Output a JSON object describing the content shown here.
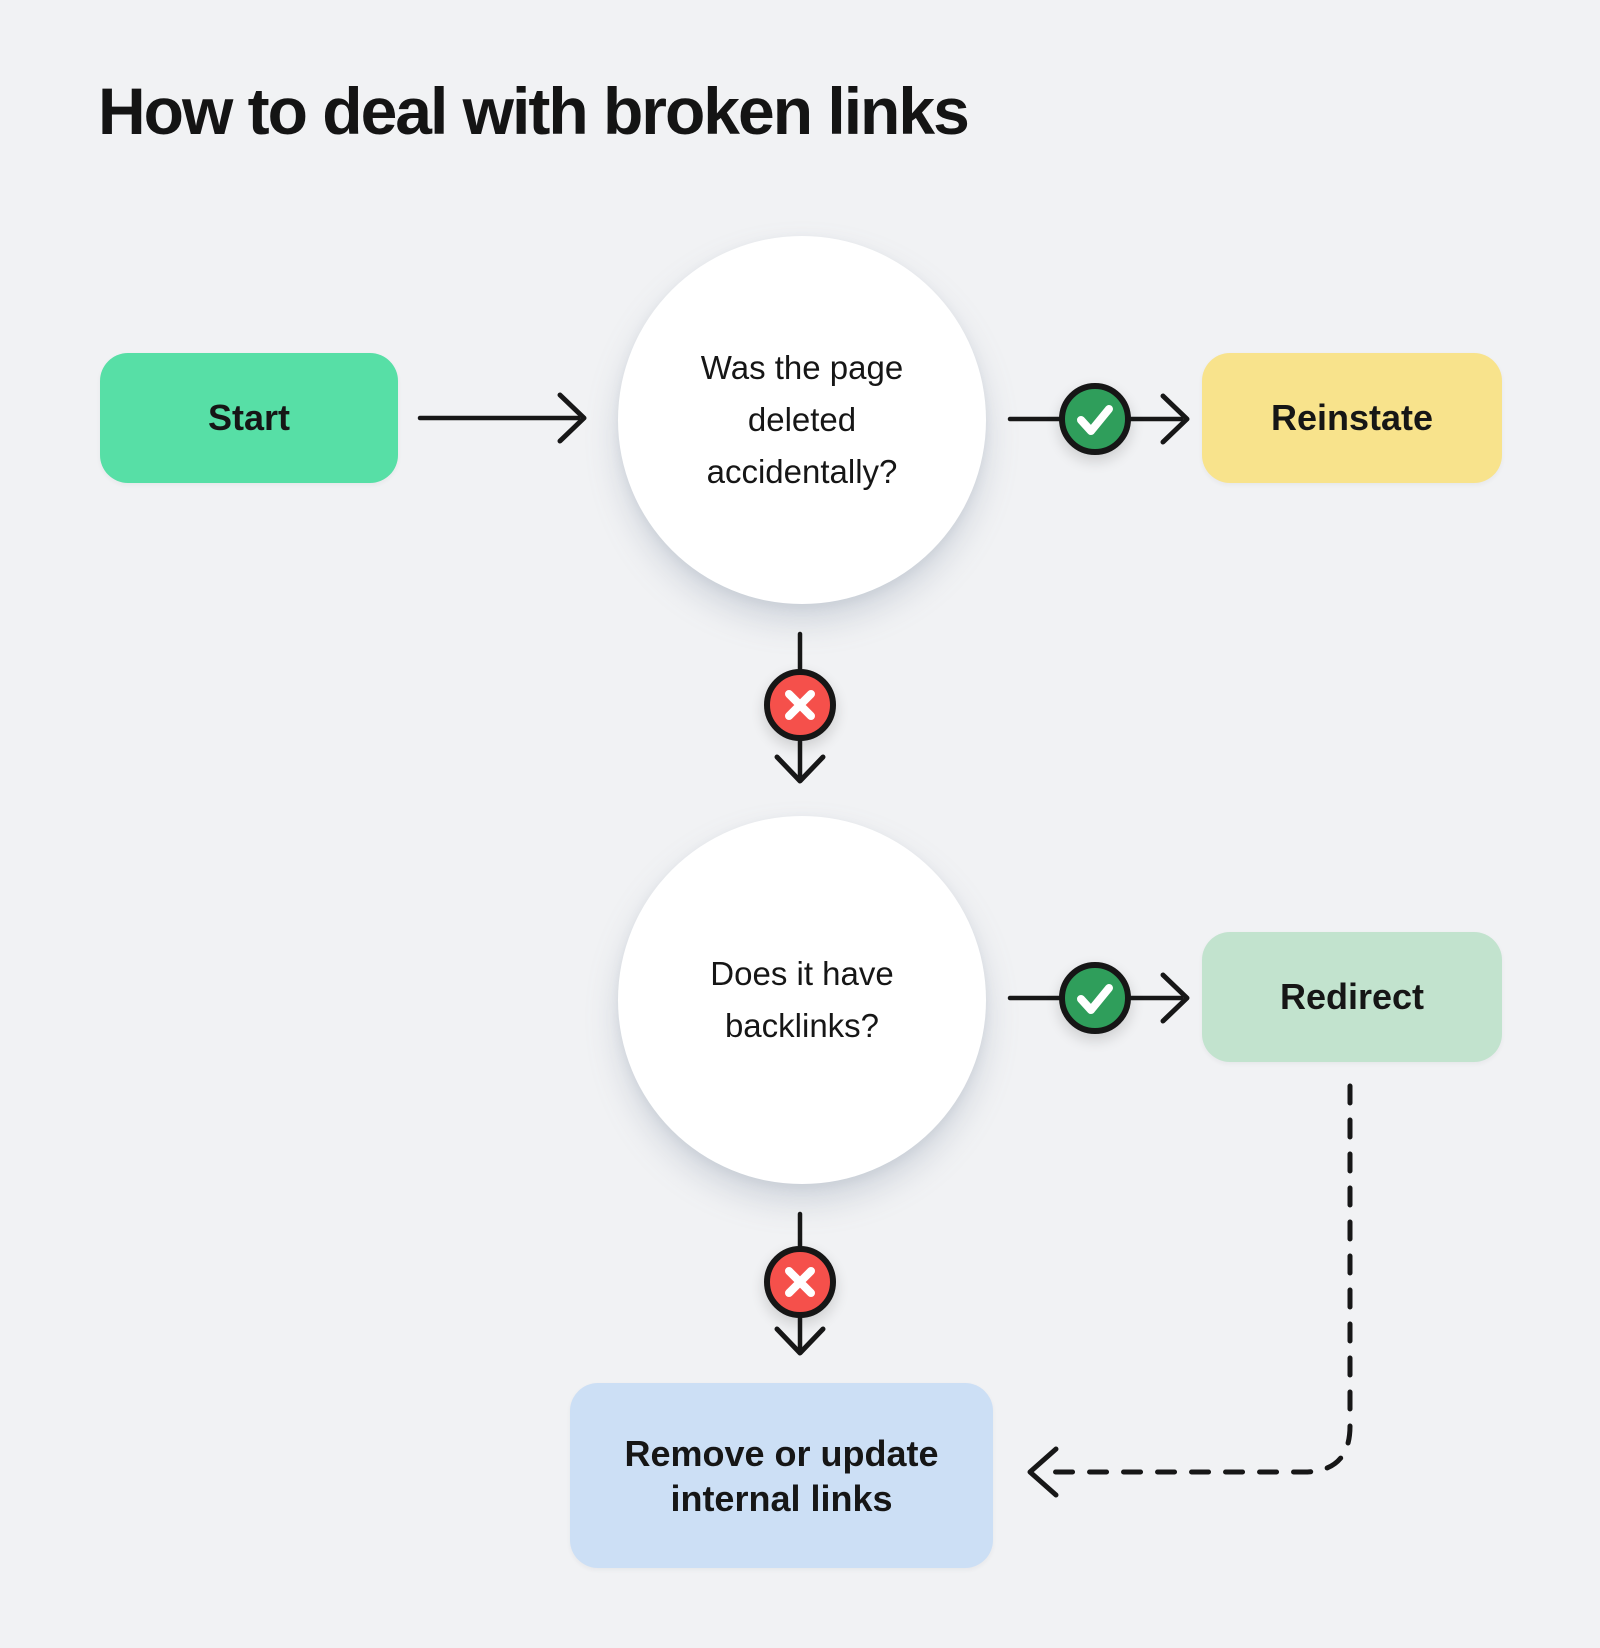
{
  "title": "How to deal with broken links",
  "palette": {
    "background": "#F1F2F4",
    "start_green": "#57DFA6",
    "reinstate_yellow": "#F8E38C",
    "redirect_green": "#C2E3CE",
    "remove_blue": "#CCDFF5",
    "yes_badge_green": "#2F9E5B",
    "no_badge_red": "#F5504B",
    "line_black": "#171717"
  },
  "nodes": {
    "start": {
      "label": "Start",
      "type": "start"
    },
    "question1": {
      "label": "Was the page deleted accidentally?",
      "type": "decision"
    },
    "reinstate": {
      "label": "Reinstate",
      "type": "action"
    },
    "question2": {
      "label": "Does it have backlinks?",
      "type": "decision"
    },
    "redirect": {
      "label": "Redirect",
      "type": "action"
    },
    "remove": {
      "label": "Remove or update internal links",
      "type": "action"
    }
  },
  "edges": [
    {
      "from": "start",
      "to": "question1",
      "condition": "",
      "style": "solid"
    },
    {
      "from": "question1",
      "to": "reinstate",
      "condition": "yes",
      "style": "solid"
    },
    {
      "from": "question1",
      "to": "question2",
      "condition": "no",
      "style": "solid"
    },
    {
      "from": "question2",
      "to": "redirect",
      "condition": "yes",
      "style": "solid"
    },
    {
      "from": "question2",
      "to": "remove",
      "condition": "no",
      "style": "solid"
    },
    {
      "from": "redirect",
      "to": "remove",
      "condition": "",
      "style": "dashed"
    }
  ]
}
